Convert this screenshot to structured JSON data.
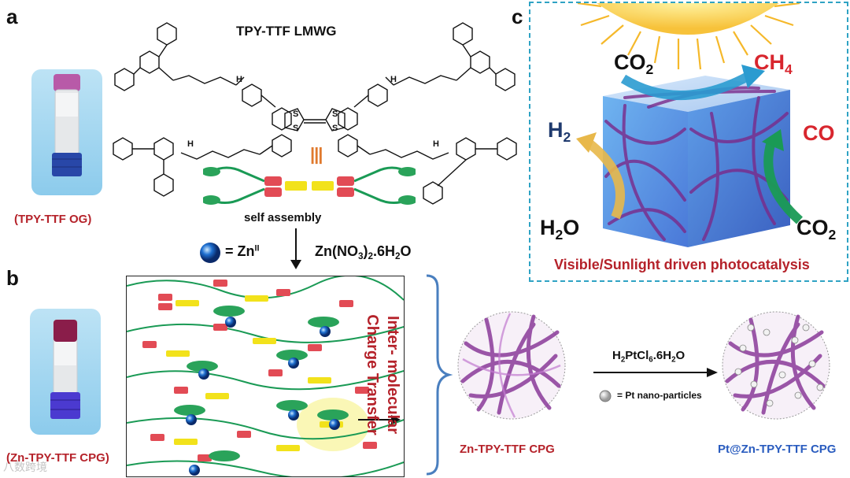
{
  "panels": {
    "a": "a",
    "b": "b",
    "c": "c"
  },
  "panel_a": {
    "title": "TPY-TTF LMWG",
    "vial_label": "(TPY-TTF OG)",
    "self_assembly": "self assembly",
    "equals_sign": "|||",
    "zn_legend_prefix": "= Zn",
    "zn_legend_sup": "II",
    "reagent": {
      "part1": "Zn(NO",
      "sub1": "3",
      "part2": ")",
      "sub2": "2",
      "part3": ".6H",
      "sub3": "2",
      "part4": "O"
    }
  },
  "panel_b": {
    "vial_label": "(Zn-TPY-TTF CPG)",
    "side_label_line1": "Inter- molecular",
    "side_label_line2": "Charge Transfer",
    "zn_gel_label": "Zn-TPY-TTF CPG",
    "pt_gel_label": "Pt@Zn-TPY-TTF CPG",
    "pt_reagent": {
      "part1": "H",
      "sub1": "2",
      "part2": "PtCl",
      "sub2": "6",
      "part3": ".6H",
      "sub3": "2",
      "part4": "O"
    },
    "pt_legend": "= Pt nano-particles",
    "watermark": "八数跨境"
  },
  "panel_c": {
    "co2_top": {
      "main": "CO",
      "sub": "2"
    },
    "ch4": {
      "main": "CH",
      "sub": "4"
    },
    "h2": {
      "main": "H",
      "sub": "2"
    },
    "co": {
      "main": "CO"
    },
    "h2o": {
      "main": "H",
      "sub": "2",
      "tail": "O"
    },
    "co2_bottom": {
      "main": "CO",
      "sub": "2"
    },
    "caption": "Visible/Sunlight driven photocatalysis"
  },
  "colors": {
    "dark_red": "#b5222a",
    "bracket_blue": "#4a7fbf",
    "fiber_purple": "#8a3a9a",
    "co2_arrow": "#2a9bd0",
    "co_arrow": "#1a9a55",
    "h2_arrow": "#e8b84a",
    "pt_label_blue": "#2a5cbf"
  }
}
